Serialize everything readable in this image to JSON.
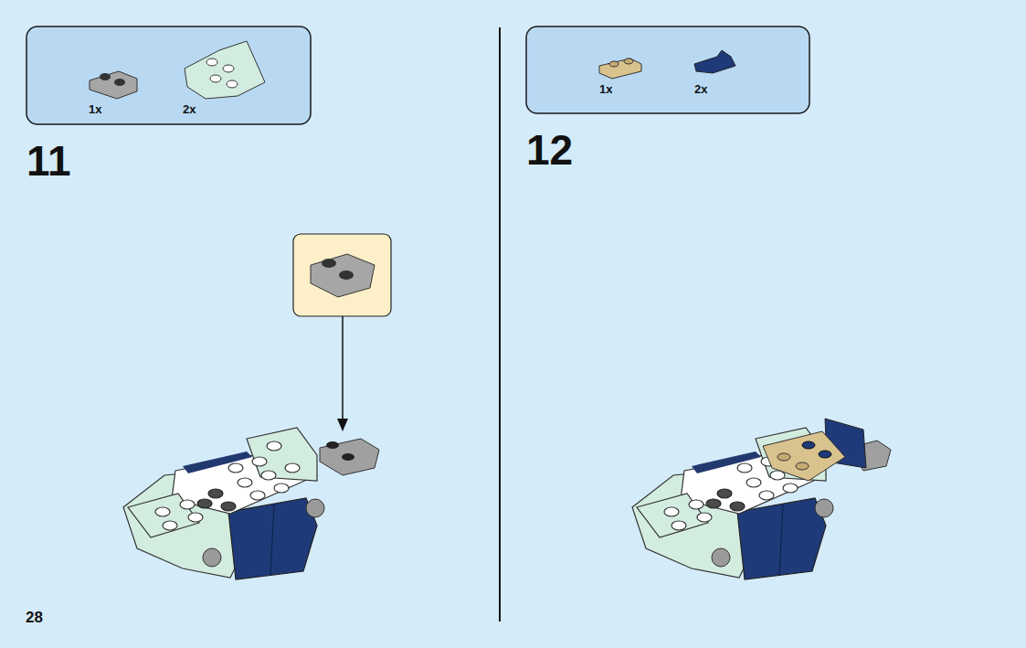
{
  "diagram": {
    "nodes": [
      {
        "text": [
          "1x",
          "2x"
        ]
      },
      {
        "text": [
          "1x",
          "2x"
        ]
      }
    ],
    "labels": [
      "11",
      "12",
      "28"
    ]
  }
}
